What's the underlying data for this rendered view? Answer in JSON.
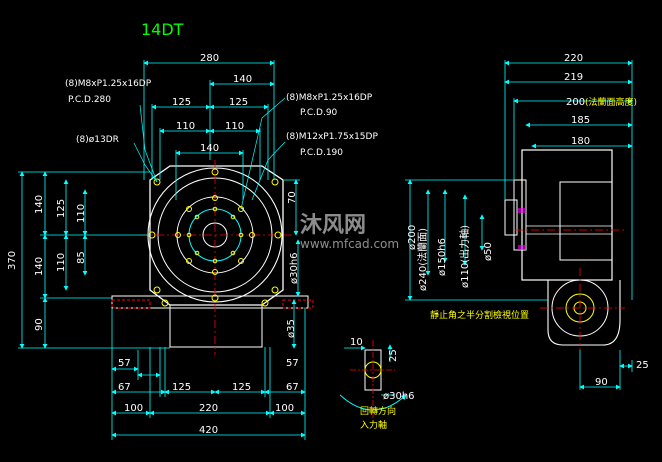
{
  "title": "14DT",
  "top_view": {
    "dims_horizontal": {
      "d280": "280",
      "d140_top": "140",
      "d125_left": "125",
      "d125_right": "125",
      "d110_left": "110",
      "d110_right": "110",
      "d140_mid": "140",
      "d57": "57",
      "d67": "67",
      "d125_bl": "125",
      "d125_br": "125",
      "d67_r": "67",
      "d100_l": "100",
      "d220": "220",
      "d100_r": "100",
      "d420": "420"
    },
    "dims_vertical": {
      "d370": "370",
      "d140_up": "140",
      "d140_dn": "140",
      "d125": "125",
      "d110_up": "110",
      "d110_dn": "110",
      "d85": "85",
      "d90": "90",
      "d70": "70",
      "d30h6": "ø30h6",
      "d35": "ø35"
    },
    "callouts": {
      "c1_line1": "(8)M8xP1.25x16DP",
      "c1_line2": "P.C.D.280",
      "c2_line1": "(8)M8xP1.25x16DP",
      "c2_line2": "P.C.D.90",
      "c3_line1": "(8)M12xP1.75x15DP",
      "c3_line2": "P.C.D.190",
      "c4": "(8)ø13DR"
    }
  },
  "side_view": {
    "dims_horizontal": {
      "d220": "220",
      "d219": "219",
      "d200": "200",
      "d200_note": "(法蘭面高度)",
      "d185": "185",
      "d180": "180",
      "d90": "90",
      "d25": "25"
    },
    "dims_vertical": {
      "d240": "ø240(法蘭面)",
      "d150h6": "ø150h6",
      "d110": "ø110(出力軸)",
      "d50": "ø50",
      "d200": "ø200"
    },
    "note": "靜止角之半分割檢視位置"
  },
  "shaft_detail": {
    "d10": "10",
    "d25": "25",
    "d30h6": "ø30h6",
    "caption1": "回轉方向",
    "caption2": "入力軸"
  },
  "watermark": {
    "main": "沐风网",
    "sub": "www.mfcad.com"
  },
  "colors": {
    "background": "#000000",
    "outline": "#ffffff",
    "dimension": "#00ffff",
    "centerline": "#ff0000",
    "holes": "#ffff00",
    "title": "#00ff00"
  }
}
